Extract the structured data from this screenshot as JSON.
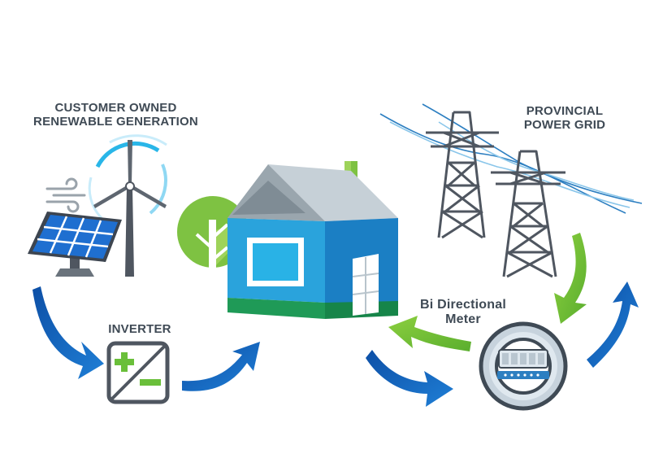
{
  "labels": {
    "customer_line1": "CUSTOMER OWNED",
    "customer_line2": "RENEWABLE GENERATION",
    "inverter": "INVERTER",
    "meter_line1": "Bi Directional",
    "meter_line2": "Meter",
    "grid_line1": "PROVINCIAL",
    "grid_line2": "POWER GRID"
  },
  "icons": [
    "wind-turbine-icon",
    "solar-panel-icon",
    "wind-gust-icon",
    "inverter-icon",
    "house-icon",
    "tree-icon",
    "power-tower-icon",
    "electric-meter-icon",
    "flow-arrow-icon"
  ],
  "colors": {
    "blue_flow": "#1565c0",
    "green_flow": "#6abf3a",
    "house_blue": "#1e8fd0",
    "house_roof": "#b8c4cc",
    "house_base": "#1f9a57",
    "tower_gray": "#4f5660",
    "text": "#3f4a55"
  }
}
